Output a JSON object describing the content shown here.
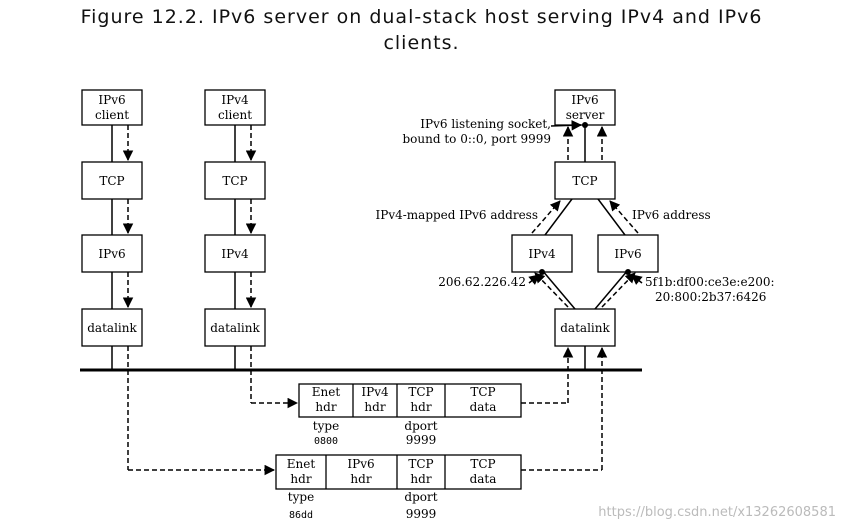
{
  "caption": {
    "line1": "Figure 12.2. IPv6 server on dual-stack host serving IPv4 and IPv6",
    "line2": "clients."
  },
  "stacks": {
    "ipv6_client": {
      "app1": "IPv6",
      "app2": "client",
      "transport": "TCP",
      "network": "IPv6",
      "link": "datalink"
    },
    "ipv4_client": {
      "app1": "IPv4",
      "app2": "client",
      "transport": "TCP",
      "network": "IPv4",
      "link": "datalink"
    },
    "server": {
      "app1": "IPv6",
      "app2": "server",
      "transport": "TCP",
      "net_v4": "IPv4",
      "net_v6": "IPv6",
      "link": "datalink"
    }
  },
  "annotations": {
    "listen_line1": "IPv6 listening socket,",
    "listen_line2": "bound to 0::0, port 9999",
    "mapped": "IPv4-mapped IPv6 address",
    "ipv6_addr": "IPv6 address",
    "ipv4_addr": "206.62.226.42",
    "mac_line1": "5f1b:df00:ce3e:e200:",
    "mac_line2": "20:800:2b37:6426"
  },
  "frames": {
    "ipv4": {
      "cells": [
        [
          "Enet",
          "hdr"
        ],
        [
          "IPv4",
          "hdr"
        ],
        [
          "TCP",
          "hdr"
        ],
        [
          "TCP",
          "data"
        ]
      ],
      "type_label": "type",
      "type_value": "0800",
      "dport_label": "dport",
      "dport_value": "9999"
    },
    "ipv6": {
      "cells": [
        [
          "Enet",
          "hdr"
        ],
        [
          "IPv6",
          "hdr"
        ],
        [
          "TCP",
          "hdr"
        ],
        [
          "TCP",
          "data"
        ]
      ],
      "type_label": "type",
      "type_value": "86dd",
      "dport_label": "dport",
      "dport_value": "9999"
    }
  },
  "watermark": "https://blog.csdn.net/x13262608581"
}
